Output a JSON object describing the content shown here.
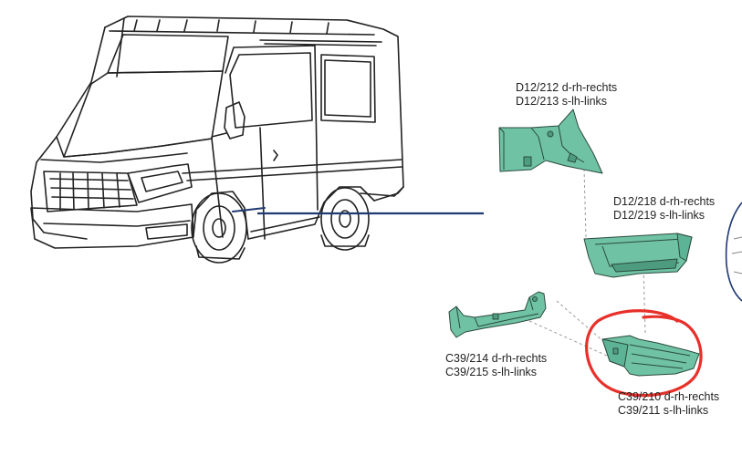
{
  "colors": {
    "part_fill": "#6fc2a4",
    "part_stroke": "#2b4a3e",
    "leader_line": "#1f3a73",
    "circle_mark": "#e8302a",
    "van_line": "#222222"
  },
  "parts": [
    {
      "id": "rear-wheel-arch-panel",
      "line1": "D12/212 d-rh-rechts",
      "line2": "D12/213 s-lh-links"
    },
    {
      "id": "step-panel",
      "line1": "D12/218 d-rh-rechts",
      "line2": "D12/219 s-lh-links"
    },
    {
      "id": "sill-section",
      "line1": "C39/214 d-rh-rechts",
      "line2": "C39/215 s-lh-links"
    },
    {
      "id": "step-floor-repair",
      "line1": "C39/210 d-rh-rechts",
      "line2": "C39/211 s-lh-links"
    }
  ]
}
